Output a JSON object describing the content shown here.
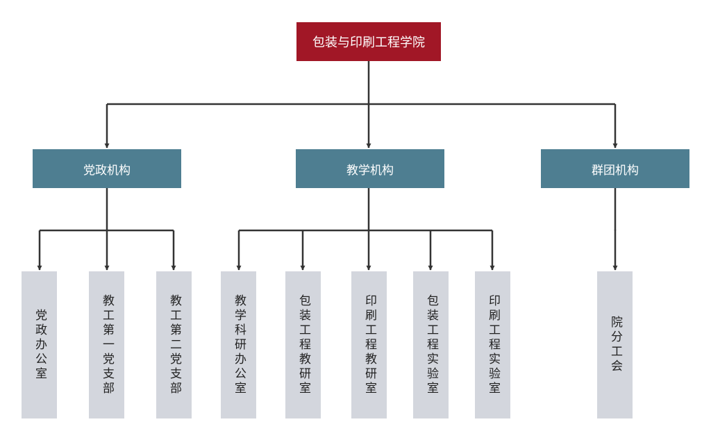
{
  "root": {
    "label": "包装与印刷工程学院"
  },
  "departments": [
    {
      "label": "党政机构",
      "children": [
        "党政办公室",
        "教工第一党支部",
        "教工第二党支部"
      ]
    },
    {
      "label": "教学机构",
      "children": [
        "教学科研办公室",
        "包装工程教研室",
        "印刷工程教研室",
        "包装工程实验室",
        "印刷工程实验室"
      ]
    },
    {
      "label": "群团机构",
      "children": [
        "院分工会"
      ]
    }
  ],
  "colors": {
    "root": "#a11726",
    "department": "#4e7e91",
    "leaf": "#d3d6dd",
    "connector": "#333333"
  }
}
